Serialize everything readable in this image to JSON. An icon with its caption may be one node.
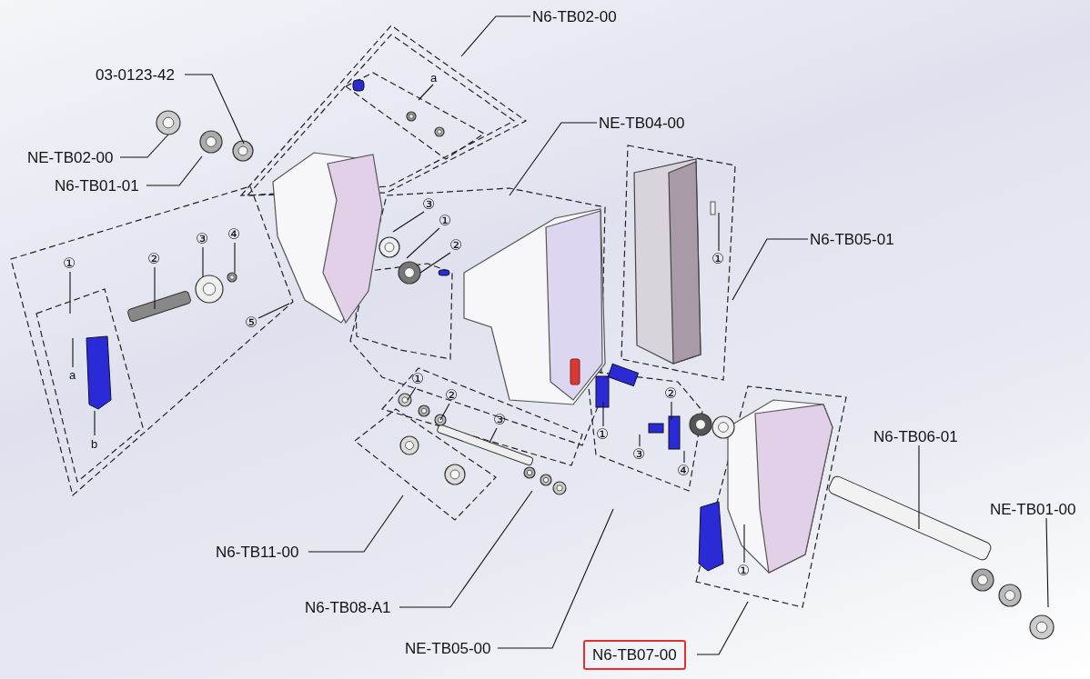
{
  "diagram": {
    "nodes": [
      {
        "text": [
          "N6-TB02-00"
        ]
      },
      {
        "text": [
          "03-0123-42"
        ]
      },
      {
        "text": [
          "NE-TB02-00"
        ]
      },
      {
        "text": [
          "N6-TB01-01"
        ]
      },
      {
        "text": [
          "NE-TB04-00"
        ]
      },
      {
        "text": [
          "a"
        ]
      },
      {
        "text": [
          "③"
        ]
      },
      {
        "text": [
          "①"
        ]
      },
      {
        "text": [
          "②"
        ]
      },
      {
        "text": [
          "N6-TB05-01"
        ]
      },
      {
        "text": [
          "①"
        ]
      },
      {
        "text": [
          "②"
        ]
      },
      {
        "text": [
          "③"
        ]
      },
      {
        "text": [
          "④"
        ]
      },
      {
        "text": [
          "⑤"
        ]
      },
      {
        "text": [
          "①"
        ]
      },
      {
        "text": [
          "a"
        ]
      },
      {
        "text": [
          "b"
        ]
      },
      {
        "text": [
          "①"
        ]
      },
      {
        "text": [
          "②"
        ]
      },
      {
        "text": [
          "①"
        ]
      },
      {
        "text": [
          "②"
        ]
      },
      {
        "text": [
          "③"
        ]
      },
      {
        "text": [
          "③"
        ]
      },
      {
        "text": [
          "④"
        ]
      },
      {
        "text": [
          "N6-TB06-01"
        ]
      },
      {
        "text": [
          "NE-TB01-00"
        ]
      },
      {
        "text": [
          "①"
        ]
      },
      {
        "text": [
          "N6-TB11-00"
        ]
      },
      {
        "text": [
          "N6-TB08-A1"
        ]
      },
      {
        "text": [
          "NE-TB05-00"
        ]
      },
      {
        "text": [
          "N6-TB07-00"
        ]
      }
    ],
    "edges": [
      {
        "from": 0,
        "to": null,
        "arrow": "none"
      },
      {
        "from": 1,
        "to": null,
        "arrow": "none"
      },
      {
        "from": 2,
        "to": null,
        "arrow": "none"
      },
      {
        "from": 3,
        "to": null,
        "arrow": "none"
      },
      {
        "from": 4,
        "to": null,
        "arrow": "none"
      },
      {
        "from": 5,
        "to": null,
        "arrow": "none"
      },
      {
        "from": 6,
        "to": null,
        "arrow": "none"
      },
      {
        "from": 7,
        "to": null,
        "arrow": "none"
      },
      {
        "from": 8,
        "to": null,
        "arrow": "none"
      },
      {
        "from": 9,
        "to": null,
        "arrow": "none"
      },
      {
        "from": 10,
        "to": null,
        "arrow": "none"
      },
      {
        "from": 11,
        "to": null,
        "arrow": "none"
      },
      {
        "from": 12,
        "to": null,
        "arrow": "none"
      },
      {
        "from": 13,
        "to": null,
        "arrow": "none"
      },
      {
        "from": 14,
        "to": null,
        "arrow": "none"
      },
      {
        "from": 15,
        "to": null,
        "arrow": "none"
      },
      {
        "from": 16,
        "to": null,
        "arrow": "none"
      },
      {
        "from": 17,
        "to": null,
        "arrow": "none"
      },
      {
        "from": 18,
        "to": null,
        "arrow": "none"
      },
      {
        "from": 19,
        "to": null,
        "arrow": "none"
      },
      {
        "from": 20,
        "to": null,
        "arrow": "none"
      },
      {
        "from": 21,
        "to": null,
        "arrow": "none"
      },
      {
        "from": 22,
        "to": null,
        "arrow": "none"
      },
      {
        "from": 23,
        "to": null,
        "arrow": "none"
      },
      {
        "from": 24,
        "to": null,
        "arrow": "none"
      },
      {
        "from": 25,
        "to": null,
        "arrow": "none"
      },
      {
        "from": 26,
        "to": null,
        "arrow": "none"
      },
      {
        "from": 27,
        "to": null,
        "arrow": "none"
      },
      {
        "from": 28,
        "to": null,
        "arrow": "none"
      },
      {
        "from": 29,
        "to": null,
        "arrow": "none"
      },
      {
        "from": 30,
        "to": null,
        "arrow": "none"
      },
      {
        "from": 31,
        "to": null,
        "arrow": "none"
      }
    ]
  }
}
